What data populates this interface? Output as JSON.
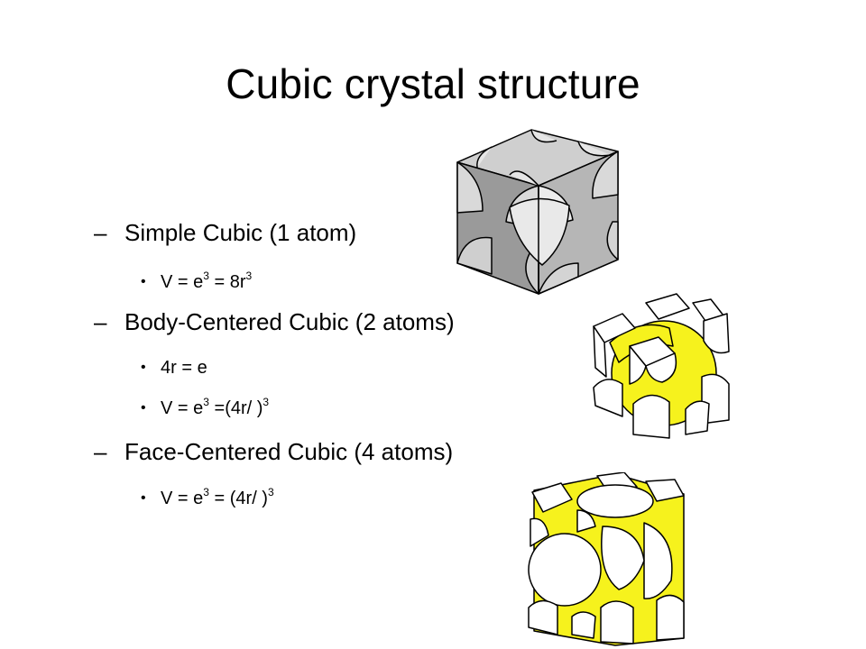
{
  "slide": {
    "title": "Cubic crystal structure",
    "items": [
      {
        "text": "Simple Cubic (1 atom)"
      },
      {
        "base": "V = e",
        "sup1": "3",
        "mid": " = 8r",
        "sup2": "3"
      },
      {
        "text": "Body-Centered Cubic (2 atoms)"
      },
      {
        "text": "4r =  e"
      },
      {
        "base": "V = e",
        "sup1": "3",
        "mid": " =(4r/ )",
        "sup2": "3"
      },
      {
        "text": "Face-Centered Cubic (4 atoms)"
      },
      {
        "base": "V = e",
        "sup1": "3",
        "mid": " = (4r/ )",
        "sup2": "3"
      }
    ],
    "bullet_dash": "–",
    "bullet_dot": "•"
  },
  "colors": {
    "atom_gray": "#a7a7a7",
    "atom_yellow": "#f6f21d",
    "outline": "#000000"
  }
}
